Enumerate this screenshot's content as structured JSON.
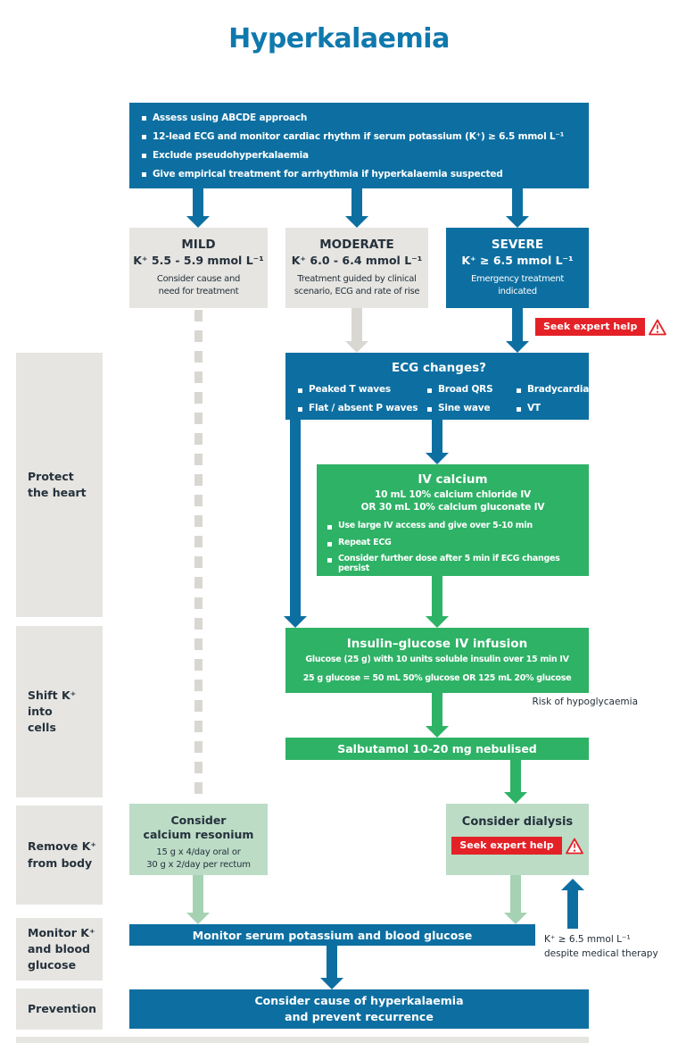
{
  "title": "Hyperkalaemia",
  "colors": {
    "blue": "#0d6fa1",
    "title_blue": "#0f79ad",
    "green": "#2eb266",
    "pale_green": "#bcdcc6",
    "light_gray": "#e6e5e1",
    "red": "#e32127",
    "gray_arrow": "#d9d7d1",
    "pale_green_arrow": "#a5d2b3"
  },
  "assessment": {
    "items": [
      "Assess using ABCDE approach",
      "12-lead ECG and monitor cardiac rhythm if serum potassium (K⁺) ≥ 6.5 mmol L⁻¹",
      "Exclude pseudohyperkalaemia",
      "Give empirical treatment for arrhythmia if hyperkalaemia suspected"
    ]
  },
  "severity": {
    "mild": {
      "label": "MILD",
      "range": "K⁺ 5.5 - 5.9 mmol L⁻¹",
      "note": "Consider cause and\nneed for treatment"
    },
    "moderate": {
      "label": "MODERATE",
      "range": "K⁺ 6.0 - 6.4 mmol L⁻¹",
      "note": "Treatment guided by clinical\nscenario, ECG and rate of rise"
    },
    "severe": {
      "label": "SEVERE",
      "range": "K⁺ ≥ 6.5 mmol L⁻¹",
      "note": "Emergency treatment\nindicated"
    }
  },
  "seek_expert_help": "Seek expert help",
  "ecg": {
    "title": "ECG changes?",
    "items": [
      "Peaked T waves",
      "Broad QRS",
      "Bradycardia",
      "Flat / absent P waves",
      "Sine wave",
      "VT"
    ]
  },
  "iv_calcium": {
    "title": "IV calcium",
    "dose1": "10 mL 10% calcium chloride IV",
    "dose2": "OR 30 mL 10% calcium gluconate IV",
    "items": [
      "Use large IV access and give over 5-10 min",
      "Repeat ECG",
      "Consider further dose after 5 min if ECG changes persist"
    ]
  },
  "insulin_glucose": {
    "title": "Insulin–glucose IV infusion",
    "dose": "Glucose (25 g) with 10 units soluble insulin over 15 min IV",
    "equiv": "25 g glucose = 50 mL 50% glucose OR 125 mL 20% glucose",
    "warning": "Risk of hypoglycaemia"
  },
  "salbutamol": {
    "label": "Salbutamol 10-20 mg nebulised"
  },
  "calcium_resonium": {
    "title": "Consider\ncalcium resonium",
    "dose": "15 g x 4/day oral or\n30 g x 2/day per rectum"
  },
  "dialysis": {
    "title": "Consider dialysis"
  },
  "monitor": {
    "label": "Monitor serum potassium and blood glucose",
    "recheck": "K⁺ ≥ 6.5 mmol L⁻¹\ndespite medical therapy"
  },
  "prevention": {
    "label": "Consider cause of hyperkalaemia\nand prevent recurrence"
  },
  "sidebar": {
    "items": [
      {
        "label": "Protect\nthe heart"
      },
      {
        "label": "Shift K⁺\ninto\ncells"
      },
      {
        "label": "Remove K⁺\nfrom body"
      },
      {
        "label": "Monitor K⁺\nand blood\nglucose"
      },
      {
        "label": "Prevention"
      }
    ]
  }
}
